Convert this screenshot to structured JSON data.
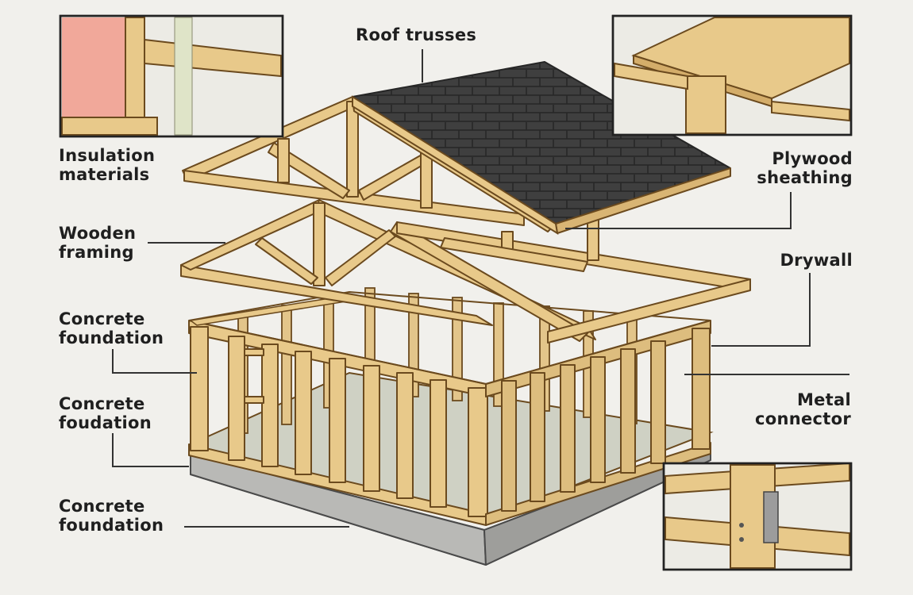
{
  "labels": {
    "roof_trusses": "Roof trusses",
    "insulation": [
      "Insulation",
      "materials"
    ],
    "plywood": [
      "Plywood",
      "sheathing"
    ],
    "wooden_framing": [
      "Wooden",
      "framing"
    ],
    "drywall": "Drywall",
    "foundation_1": [
      "Concrete",
      "foundation"
    ],
    "foundation_2": [
      "Concrete",
      "foudation"
    ],
    "foundation_3": [
      "Concrete",
      "foundation"
    ],
    "metal_connector": [
      "Metal",
      "connector"
    ]
  },
  "colors": {
    "background": "#f1f0ec",
    "wood": "#e8c98a",
    "wood_edge": "#6b4a1e",
    "shingles": "#3c3c3c",
    "concrete": "#b5b5b2",
    "insulation": "#f0a99a",
    "leader": "#333333"
  }
}
